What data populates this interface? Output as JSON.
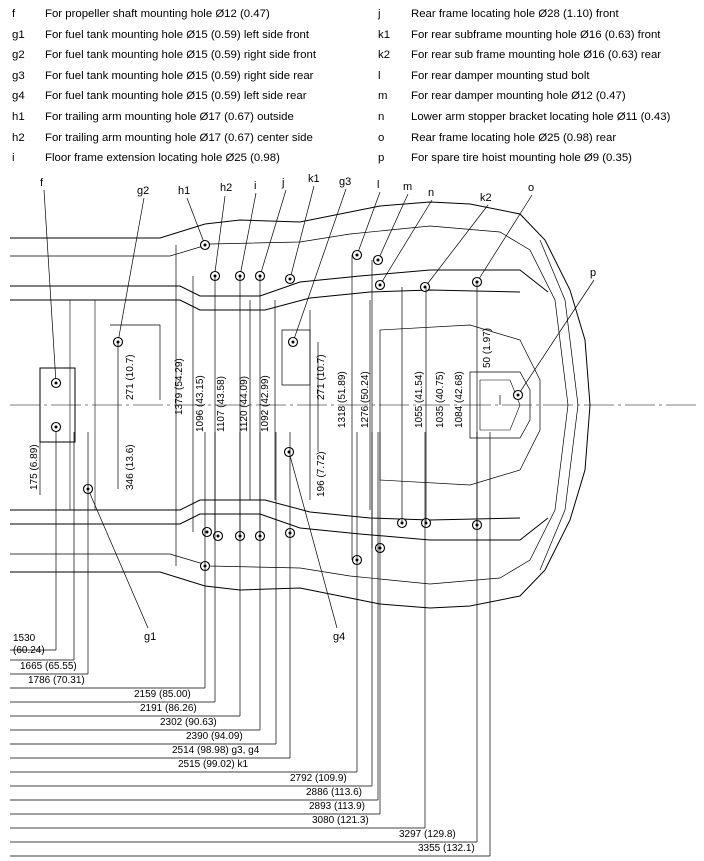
{
  "legend_left": [
    {
      "code": "f",
      "text": "For propeller shaft mounting hole Ø12 (0.47)"
    },
    {
      "code": "g1",
      "text": "For fuel tank mounting hole Ø15 (0.59) left side front"
    },
    {
      "code": "g2",
      "text": "For fuel tank mounting hole Ø15 (0.59) right side front"
    },
    {
      "code": "g3",
      "text": "For fuel tank mounting hole Ø15 (0.59) right side rear"
    },
    {
      "code": "g4",
      "text": "For fuel tank mounting hole Ø15 (0.59) left side rear"
    },
    {
      "code": "h1",
      "text": "For trailing arm mounting hole Ø17 (0.67) outside"
    },
    {
      "code": "h2",
      "text": "For trailing arm mounting hole Ø17 (0.67) center side"
    },
    {
      "code": "i",
      "text": "Floor frame extension locating hole Ø25 (0.98)"
    }
  ],
  "legend_right": [
    {
      "code": "j",
      "text": "Rear frame locating hole Ø28 (1.10) front"
    },
    {
      "code": "k1",
      "text": "For rear subframe mounting hole Ø16 (0.63) front"
    },
    {
      "code": "k2",
      "text": "For rear sub frame mounting hole Ø16 (0.63) rear"
    },
    {
      "code": "l",
      "text": "For rear damper mounting stud bolt"
    },
    {
      "code": "m",
      "text": "For rear damper mounting hole Ø12 (0.47)"
    },
    {
      "code": "n",
      "text": "Lower arm stopper bracket locating hole Ø11 (0.43)"
    },
    {
      "code": "o",
      "text": "Rear frame locating hole Ø25 (0.98) rear"
    },
    {
      "code": "p",
      "text": "For spare tire hoist mounting hole Ø9 (0.35)"
    }
  ],
  "point_labels": {
    "f": "f",
    "g1": "g1",
    "g2": "g2",
    "g3": "g3",
    "g4": "g4",
    "h1": "h1",
    "h2": "h2",
    "i": "i",
    "j": "j",
    "k1": "k1",
    "k2": "k2",
    "l": "l",
    "m": "m",
    "n": "n",
    "o": "o",
    "p": "p"
  },
  "vertical_dims": [
    "175 (6.89)",
    "271 (10.7)",
    "346 (13.6)",
    "1379 (54.29)",
    "1096 (43.15)",
    "1107 (43.58)",
    "1120 (44.09)",
    "1092 (42.99)",
    "271 (10.7)",
    "196 (7.72)",
    "1318 (51.89)",
    "1276 (50.24)",
    "1055 (41.54)",
    "1035 (40.75)",
    "1084 (42.68)",
    "50 (1.97)"
  ],
  "horizontal_dims": [
    "1530\n(60.24)",
    "1665 (65.55)",
    "1786 (70.31)",
    "2159 (85.00)",
    "2191 (86.26)",
    "2302 (90.63)",
    "2390 (94.09)",
    "2514 (98.98) g3, g4",
    "2515 (99.02) k1",
    "2792 (109.9)",
    "2886 (113.6)",
    "2893 (113.9)",
    "3080 (121.3)",
    "3297 (129.8)",
    "3355 (132.1)"
  ]
}
